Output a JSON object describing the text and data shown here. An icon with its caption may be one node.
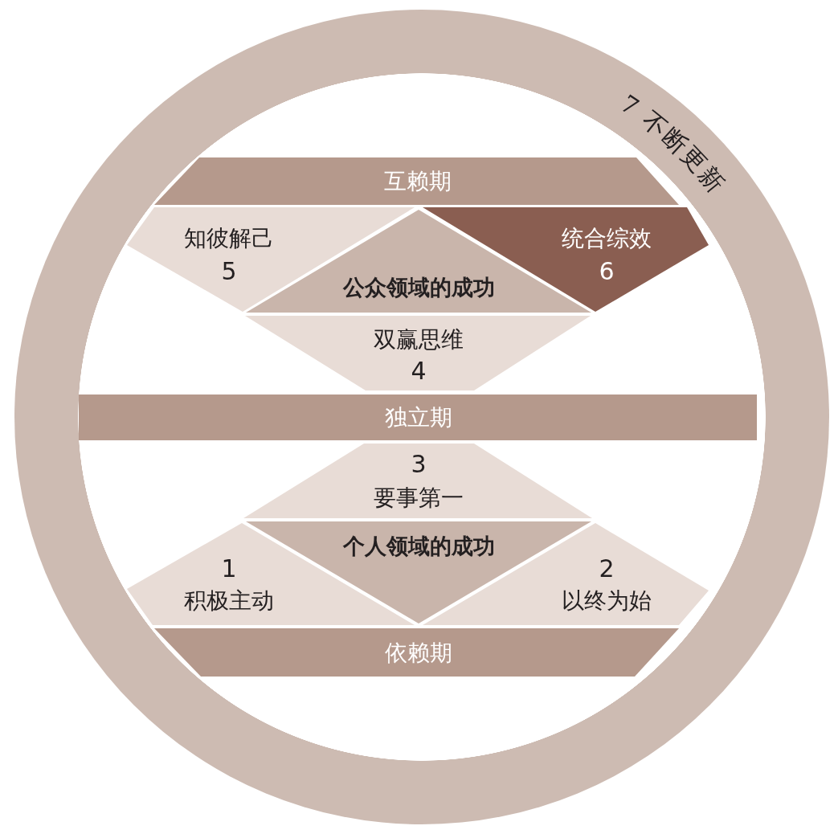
{
  "diagram": {
    "nodes": [
      {
        "text": [
          "7 不断更新"
        ]
      },
      {
        "text": [
          "互赖期"
        ],
        "in": 0
      },
      {
        "text": [
          "知彼解己",
          "5"
        ],
        "in": 0
      },
      {
        "text": [
          "统合综效",
          "6"
        ],
        "in": 0
      },
      {
        "text": [
          "公众领域的成功"
        ],
        "in": 0
      },
      {
        "text": [
          "双赢思维",
          "4"
        ],
        "in": 0
      },
      {
        "text": [
          "独立期"
        ],
        "in": 0
      },
      {
        "text": [
          "3",
          "要事第一"
        ],
        "in": 0
      },
      {
        "text": [
          "个人领域的成功"
        ],
        "in": 0
      },
      {
        "text": [
          "1",
          "积极主动"
        ],
        "in": 0
      },
      {
        "text": [
          "2",
          "以终为始"
        ],
        "in": 0
      },
      {
        "text": [
          "依赖期"
        ],
        "in": 0
      }
    ]
  }
}
